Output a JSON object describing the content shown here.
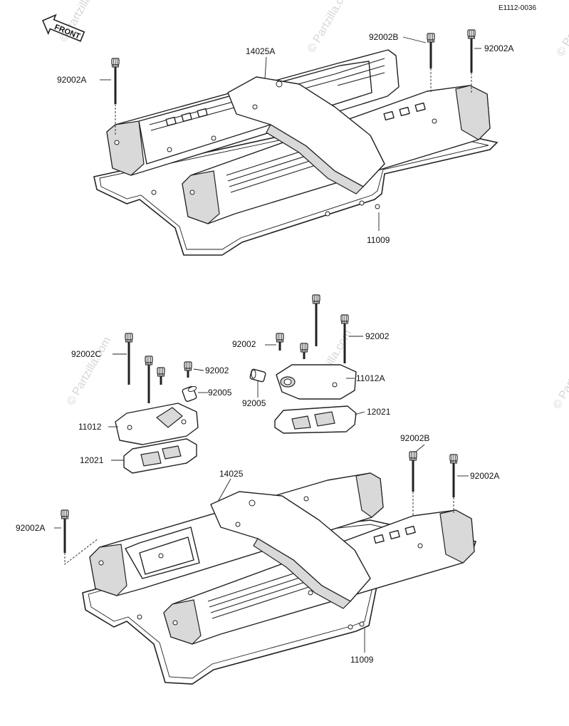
{
  "diagram_id": "E1112-0036",
  "front_label": "FRONT",
  "watermark": "© Partzilla.com",
  "upper_assembly": {
    "labels": {
      "bolt_left": "92002A",
      "bolt_center": "92002B",
      "bolt_right": "92002A",
      "cover": "14025A",
      "gasket": "11009"
    }
  },
  "breather_parts": {
    "labels": {
      "bolt_c": "92002C",
      "bolt_small_left": "92002",
      "cap_left": "92005",
      "breather_cover": "11012",
      "plate_left": "12021",
      "bolt_small_right": "92002",
      "bolt_long_right": "92002",
      "breather_cover_a": "11012A",
      "cap_right": "92005",
      "plate_right": "12021"
    }
  },
  "lower_assembly": {
    "labels": {
      "cover": "14025",
      "bolt_center": "92002B",
      "bolt_right": "92002A",
      "bolt_left": "92002A",
      "gasket": "11009"
    }
  }
}
